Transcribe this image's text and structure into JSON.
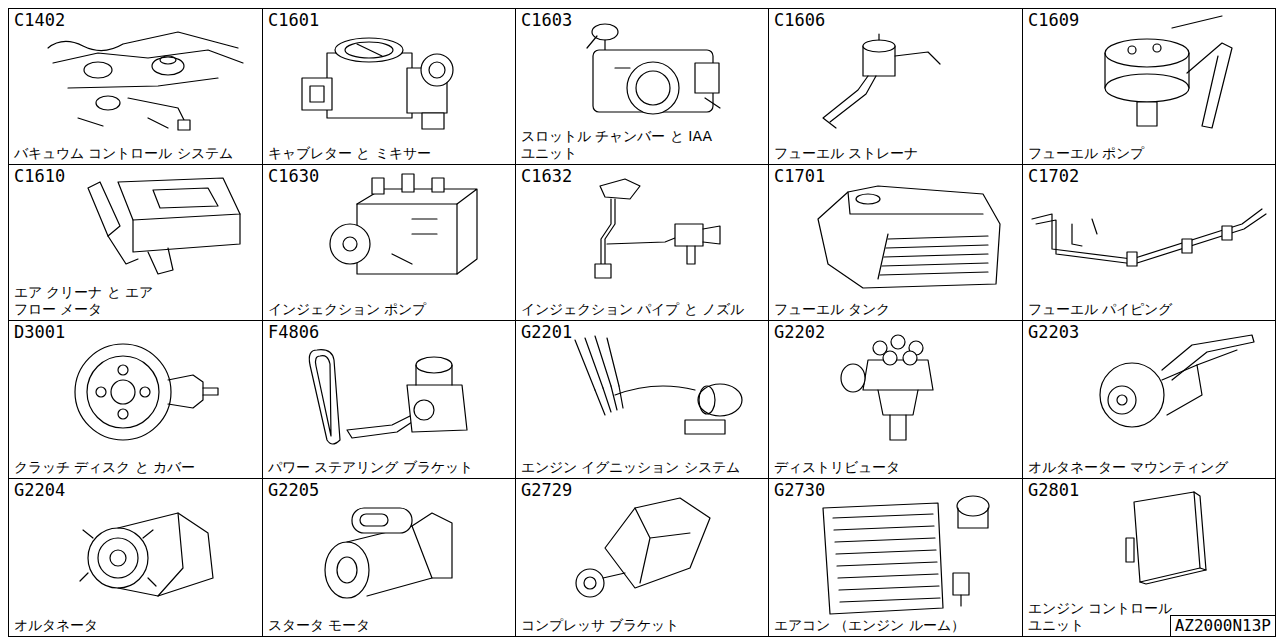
{
  "diagram": {
    "nodes": [
      {
        "text": [
          "C1402",
          "バキュウム コントロール システム"
        ]
      },
      {
        "text": [
          "C1601",
          "キャブレター と ミキサー"
        ]
      },
      {
        "text": [
          "C1603",
          "スロットル チャンバー と IAA ユニット"
        ]
      },
      {
        "text": [
          "C1606",
          "フューエル ストレーナ"
        ]
      },
      {
        "text": [
          "C1609",
          "フューエル ポンプ"
        ]
      },
      {
        "text": [
          "C1610",
          "エア クリーナ と エア フロー メータ"
        ]
      },
      {
        "text": [
          "C1630",
          "インジェクション ポンプ"
        ]
      },
      {
        "text": [
          "C1632",
          "インジェクション パイプ と ノズル"
        ]
      },
      {
        "text": [
          "C1701",
          "フューエル タンク"
        ]
      },
      {
        "text": [
          "C1702",
          "フューエル パイピング"
        ]
      },
      {
        "text": [
          "D3001",
          "クラッチ ディスク と カバー"
        ]
      },
      {
        "text": [
          "F4806",
          "パワー ステアリング ブラケット"
        ]
      },
      {
        "text": [
          "G2201",
          "エンジン イグニッション システム"
        ]
      },
      {
        "text": [
          "G2202",
          "ディストリビュータ"
        ]
      },
      {
        "text": [
          "G2203",
          "オルタネーター マウンティング"
        ]
      },
      {
        "text": [
          "G2204",
          "オルタネータ"
        ]
      },
      {
        "text": [
          "G2205",
          "スタータ モータ"
        ]
      },
      {
        "text": [
          "G2729",
          "コンプレッサ ブラケット"
        ]
      },
      {
        "text": [
          "G2730",
          "エアコン （エンジン ルーム）"
        ]
      },
      {
        "text": [
          "G2801",
          "エンジン コントロール ユニット"
        ]
      },
      {
        "text": [
          "AZ2000N13P"
        ],
        "in": 19
      }
    ]
  }
}
